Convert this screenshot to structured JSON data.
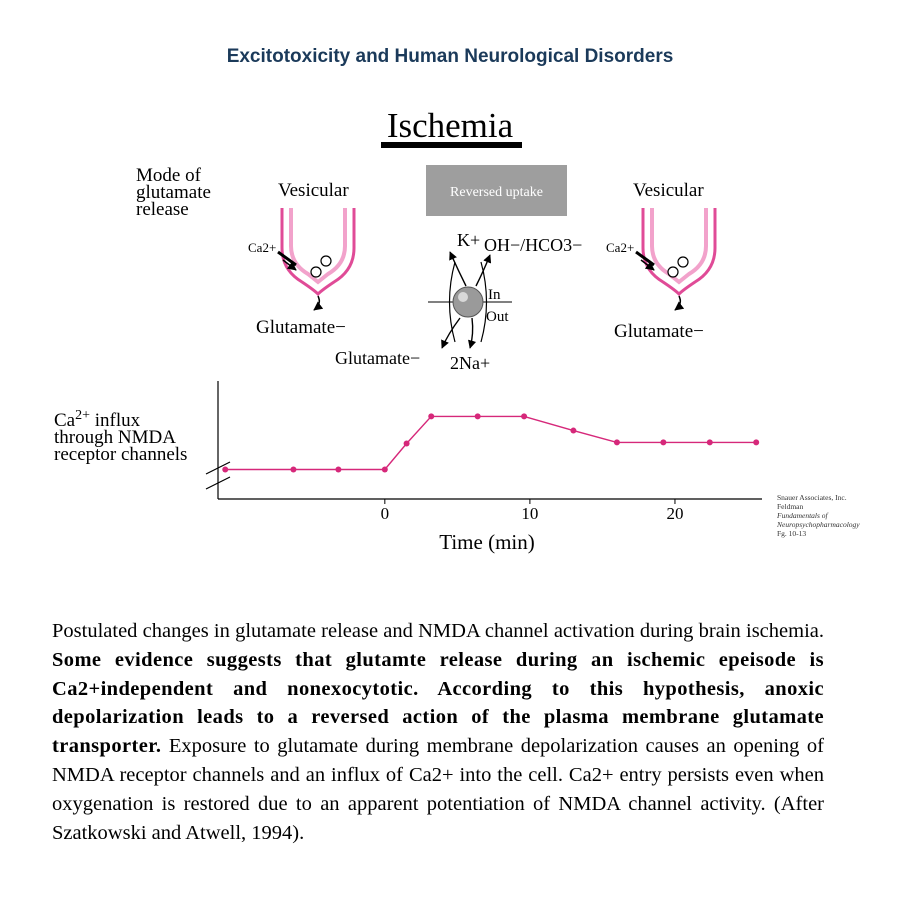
{
  "title": "Excitotoxicity and Human Neurological Disorders",
  "figure": {
    "heading": "Ischemia",
    "mode_label": [
      "Mode of",
      "glutamate",
      "release"
    ],
    "left_panel": {
      "label": "Vesicular",
      "ca": "Ca2+",
      "glutamate": "Glutamate−"
    },
    "middle_panel": {
      "label": "Reversed uptake",
      "k": "K+",
      "anions": "OH−/HCO3−",
      "in": "In",
      "out": "Out",
      "glutamate": "Glutamate−",
      "na": "2Na+"
    },
    "right_panel": {
      "label": "Vesicular",
      "ca": "Ca2+",
      "glutamate": "Glutamate−"
    },
    "credit": [
      "Snauer Associates, Inc.",
      "Feldman",
      "Fundamentals of",
      "Neuropsychopharmacology",
      "Fg. 10-13"
    ],
    "colors": {
      "pink": "#d6287a",
      "grey_box": "#9e9e9e",
      "title": "#1b3a5a"
    }
  },
  "chart_data": {
    "type": "line",
    "ylabel": "Ca2+ influx through NMDA receptor channels",
    "xlabel": "Time (min)",
    "xticks": [
      0,
      10,
      20
    ],
    "xlim": [
      -11.5,
      26
    ],
    "ylim": [
      0,
      10
    ],
    "y_axis_break": true,
    "y_tick_labels": false,
    "grid": false,
    "series": [
      {
        "x": [
          -11,
          -6.3,
          -3.2,
          0,
          1.5,
          3.2,
          6.4,
          9.6,
          13,
          16,
          19.2,
          22.4,
          25.6
        ],
        "y": [
          2.5,
          2.5,
          2.5,
          2.5,
          4.7,
          7,
          7,
          7,
          5.8,
          4.8,
          4.8,
          4.8,
          4.8
        ]
      }
    ]
  },
  "caption": {
    "part1": "Postulated changes in glutamate release and NMDA channel activation during brain ischemia. ",
    "part2_bold": "Some evidence suggests that glutamte release during an ischemic epeisode is Ca2+independent and nonexocytotic.  According to this hypothesis, anoxic depolarization leads to a reversed action of the plasma membrane glutamate transporter.",
    "part3": " Exposure to glutamate during membrane depolarization causes an opening of NMDA receptor channels and an influx of Ca2+ into the cell. Ca2+ entry persists even when oxygenation is restored due to an apparent potentiation of NMDA channel activity. (After Szatkowski and Atwell, 1994)."
  }
}
